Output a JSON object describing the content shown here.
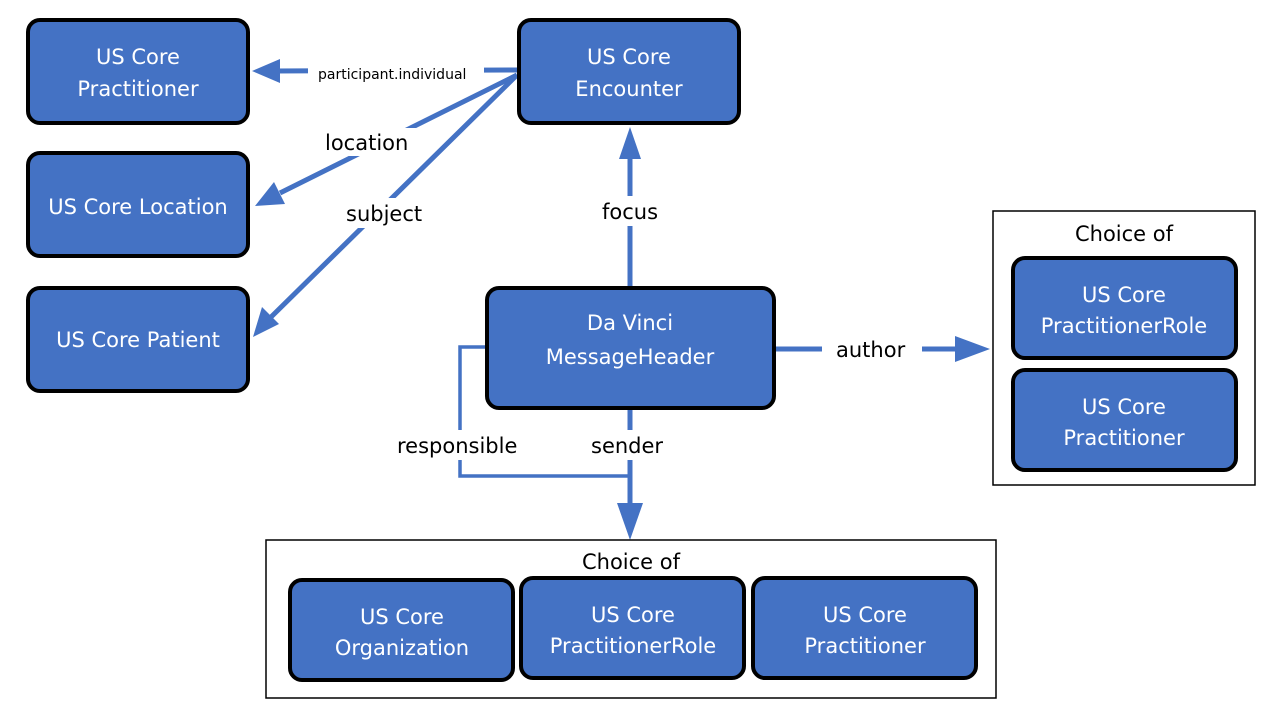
{
  "colors": {
    "node_fill": "#4472C4",
    "node_border": "#000000",
    "node_text": "#ffffff",
    "edge": "#4472C4",
    "group_border": "#000000",
    "background": "#ffffff"
  },
  "nodes": {
    "practitioner": {
      "line1": "US Core",
      "line2": "Practitioner"
    },
    "location": {
      "line1": "US Core Location"
    },
    "patient": {
      "line1": "US Core Patient"
    },
    "encounter": {
      "line1": "US Core",
      "line2": "Encounter"
    },
    "message_header": {
      "line1": "Da Vinci",
      "line2": "MessageHeader"
    }
  },
  "author_group": {
    "title": "Choice of",
    "items": [
      {
        "line1": "US Core",
        "line2": "PractitionerRole"
      },
      {
        "line1": "US Core",
        "line2": "Practitioner"
      }
    ]
  },
  "sender_group": {
    "title": "Choice of",
    "items": [
      {
        "line1": "US Core",
        "line2": "Organization"
      },
      {
        "line1": "US Core",
        "line2": "PractitionerRole"
      },
      {
        "line1": "US Core",
        "line2": "Practitioner"
      }
    ]
  },
  "edges": {
    "participant": "participant.individual",
    "location": "location",
    "subject": "subject",
    "focus": "focus",
    "author": "author",
    "responsible": "responsible",
    "sender": "sender"
  }
}
